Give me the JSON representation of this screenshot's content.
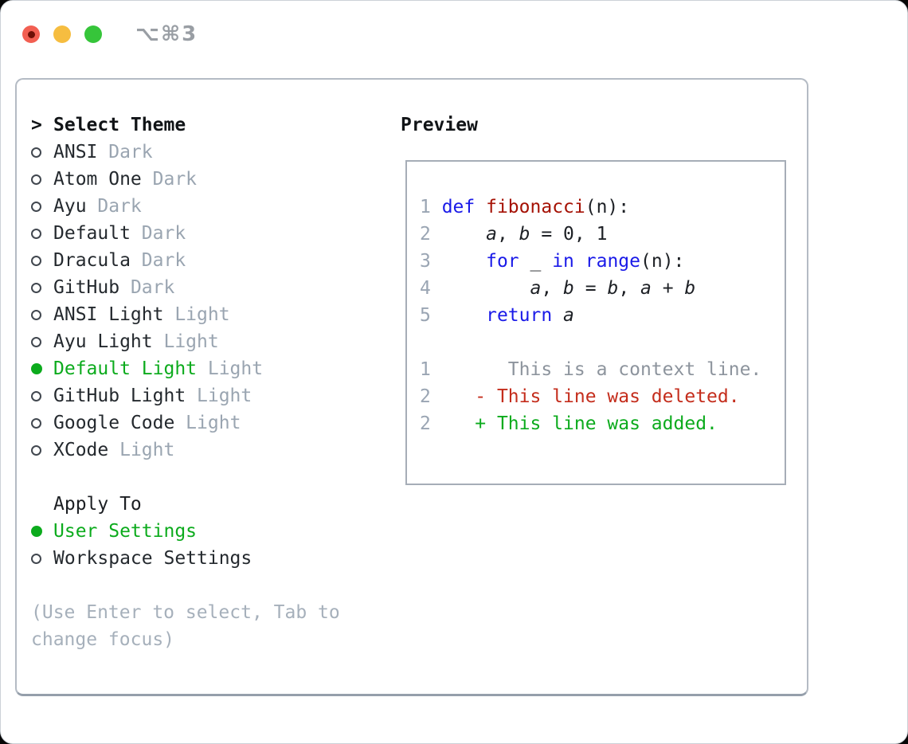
{
  "window": {
    "title": "⌥⌘3",
    "traffic_lights": [
      "close",
      "minimize",
      "zoom"
    ]
  },
  "theme_panel": {
    "cursor": ">",
    "header": "Select Theme",
    "themes": [
      {
        "name": "ANSI",
        "variant": "Dark",
        "selected": false
      },
      {
        "name": "Atom One",
        "variant": "Dark",
        "selected": false
      },
      {
        "name": "Ayu",
        "variant": "Dark",
        "selected": false
      },
      {
        "name": "Default",
        "variant": "Dark",
        "selected": false
      },
      {
        "name": "Dracula",
        "variant": "Dark",
        "selected": false
      },
      {
        "name": "GitHub",
        "variant": "Dark",
        "selected": false
      },
      {
        "name": "ANSI Light",
        "variant": "Light",
        "selected": false
      },
      {
        "name": "Ayu Light",
        "variant": "Light",
        "selected": false
      },
      {
        "name": "Default Light",
        "variant": "Light",
        "selected": true
      },
      {
        "name": "GitHub Light",
        "variant": "Light",
        "selected": false
      },
      {
        "name": "Google Code",
        "variant": "Light",
        "selected": false
      },
      {
        "name": "XCode",
        "variant": "Light",
        "selected": false
      }
    ],
    "apply_to": {
      "header": "Apply To",
      "options": [
        {
          "label": "User Settings",
          "selected": true
        },
        {
          "label": "Workspace Settings",
          "selected": false
        }
      ]
    },
    "hint": "(Use Enter to select, Tab to change focus)"
  },
  "preview": {
    "title": "Preview",
    "code_lines": [
      [
        [
          "1 ",
          "num"
        ],
        [
          "def",
          "kw"
        ],
        [
          " ",
          "p"
        ],
        [
          "fibonacci",
          "fn"
        ],
        [
          "(n):",
          "p"
        ]
      ],
      [
        [
          "2 ",
          "num"
        ],
        [
          "    ",
          "p"
        ],
        [
          "a",
          "var"
        ],
        [
          ", ",
          "p"
        ],
        [
          "b",
          "var"
        ],
        [
          " = 0, 1",
          "p"
        ]
      ],
      [
        [
          "3 ",
          "num"
        ],
        [
          "    ",
          "p"
        ],
        [
          "for",
          "kw"
        ],
        [
          " _ ",
          "p"
        ],
        [
          "in",
          "kw"
        ],
        [
          " ",
          "p"
        ],
        [
          "range",
          "kw"
        ],
        [
          "(n):",
          "p"
        ]
      ],
      [
        [
          "4 ",
          "num"
        ],
        [
          "        ",
          "p"
        ],
        [
          "a",
          "var"
        ],
        [
          ", ",
          "p"
        ],
        [
          "b",
          "var"
        ],
        [
          " = ",
          "p"
        ],
        [
          "b",
          "var"
        ],
        [
          ", ",
          "p"
        ],
        [
          "a",
          "var"
        ],
        [
          " + ",
          "p"
        ],
        [
          "b",
          "var"
        ]
      ],
      [
        [
          "5 ",
          "num"
        ],
        [
          "    ",
          "p"
        ],
        [
          "return",
          "kw"
        ],
        [
          " ",
          "p"
        ],
        [
          "a",
          "var"
        ]
      ],
      [],
      [
        [
          "1 ",
          "num"
        ],
        [
          "      ",
          "p"
        ],
        [
          "This is a context line.",
          "ctx"
        ]
      ],
      [
        [
          "2 ",
          "num"
        ],
        [
          "   ",
          "p"
        ],
        [
          "- This line was deleted.",
          "del"
        ]
      ],
      [
        [
          "2 ",
          "num"
        ],
        [
          "   ",
          "p"
        ],
        [
          "+ This line was added.",
          "add"
        ]
      ]
    ]
  },
  "colors": {
    "accent_green": "#0cab1d",
    "keyword_blue": "#1a1ae8",
    "function_red": "#a51104",
    "deleted_red": "#c42d1c",
    "muted_gray": "#9aa5b1",
    "traffic_red": "#f25f52",
    "traffic_yellow": "#f6bd40",
    "traffic_green": "#36c53a"
  }
}
